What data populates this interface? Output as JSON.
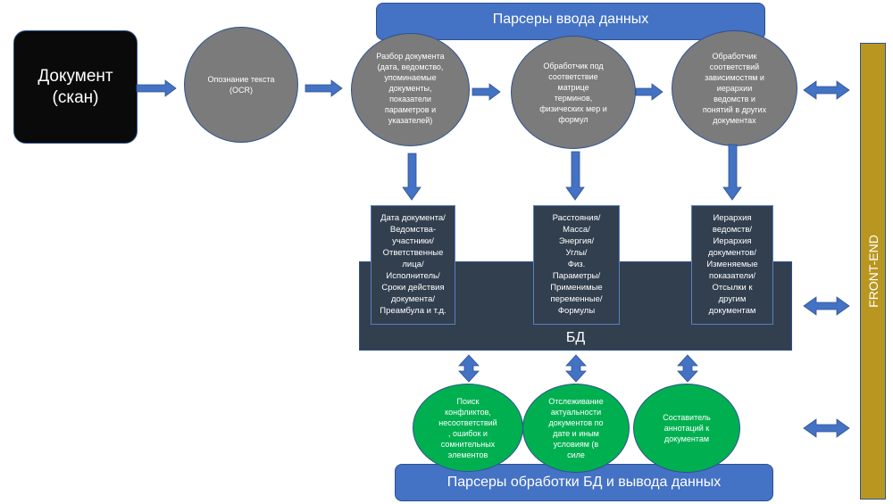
{
  "document_box": {
    "label": "Документ\n(скан)"
  },
  "ocr_circle": {
    "label": "Опознание текста\n(OCR)"
  },
  "input_parsers_banner": {
    "label": "Парсеры ввода данных"
  },
  "parser_circles": [
    {
      "label": "Разбор документа\n(дата, ведомство,\nупоминаемые\nдокументы,\nпоказатели\nпараметров и\nуказателей)"
    },
    {
      "label": "Обработчик под\nсоответствие\nматрице\nтерминов,\nфизических мер и\nформул"
    },
    {
      "label": "Обработчик\nсоответствий\nзависимостям и\nиерархии\nведомств и\nпонятий в других\nдокументах"
    }
  ],
  "db": {
    "label": "БД",
    "boxes": [
      {
        "label": "Дата документа/\nВедомства-\nучастники/\nОтветственные\nлица/\nИсполнитель/\nСроки действия\nдокумента/\nПреамбула и т.д."
      },
      {
        "label": "Расстояния/\nМасса/\nЭнергия/\nУглы/\nФиз.\nПараметры/\nПрименимые\nпеременные/\nФормулы"
      },
      {
        "label": "Иерархия\nведомств/\nИерархия\nдокументов/\nИзменяемые\nпоказатели/\nОтсылки к\nдругим\nдокументам"
      }
    ]
  },
  "output_circles": [
    {
      "label": "Поиск\nконфликтов,\nнесоответствий\n, ошибок и\nсомнительных\nэлементов"
    },
    {
      "label": "Отслеживание\nактуальности\nдокументов по\nдате и иным\nусловиям (в\nсиле"
    },
    {
      "label": "Составитель\nаннотаций к\nдокументам"
    }
  ],
  "output_parsers_banner": {
    "label": "Парсеры обработки БД и вывода данных"
  },
  "front_end": {
    "label": "FRONT-END"
  },
  "colors": {
    "arrow": "#4472c4",
    "banner": "#4472c4",
    "gray_circle": "#7b7b7b",
    "db": "#323f4f",
    "green_circle": "#00b050",
    "front_end": "#b8961f"
  }
}
